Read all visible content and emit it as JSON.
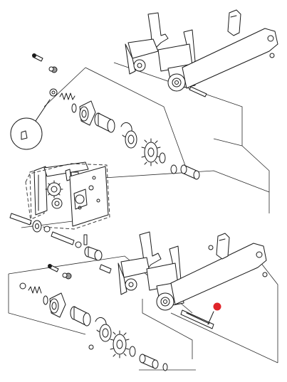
{
  "diagram": {
    "kind": "exploded-parts-view",
    "highlight_color": "#e0242a",
    "line_color": "#1a1a1a",
    "background": "#ffffff",
    "highlighted_part": "shaft-pin",
    "assemblies": [
      {
        "name": "upper-assembly"
      },
      {
        "name": "middle-gearbox-assembly"
      },
      {
        "name": "lower-assembly"
      }
    ],
    "detail_callout": {
      "shape": "circle"
    }
  }
}
